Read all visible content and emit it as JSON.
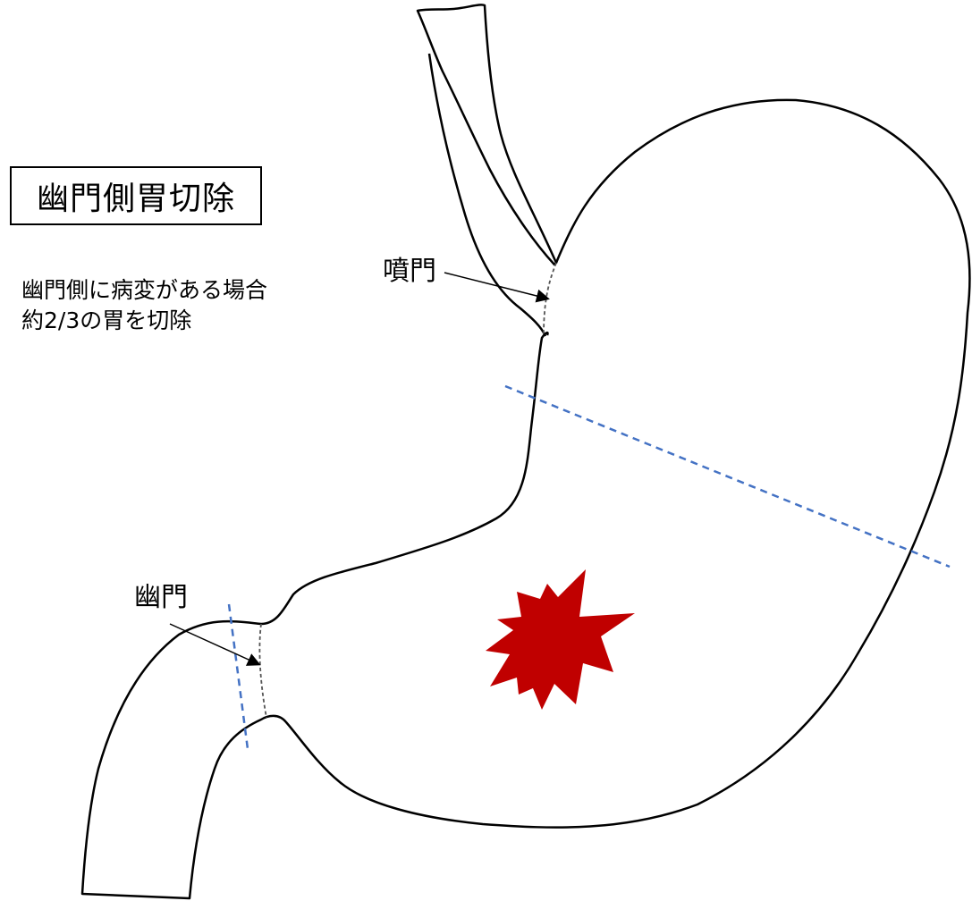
{
  "title": "幽門側胃切除",
  "description": {
    "line1": "幽門側に病変がある場合",
    "line2": "約2/3の胃を切除"
  },
  "labels": {
    "cardia": "噴門",
    "pylorus": "幽門"
  },
  "colors": {
    "outline": "#000000",
    "cut_line": "#4472c4",
    "lesion": "#c00000",
    "boundary": "#555555"
  }
}
